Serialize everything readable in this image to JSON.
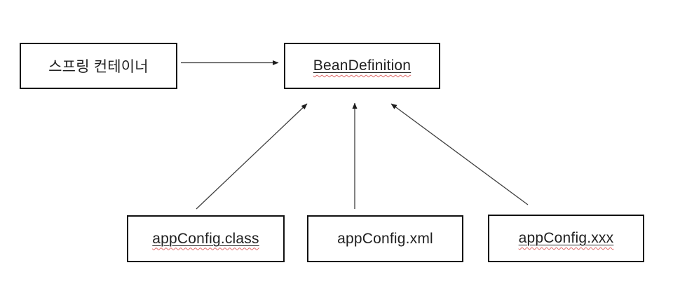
{
  "page": {
    "background": "#ffffff"
  },
  "diagram": {
    "type": "flow-diagram",
    "colors": {
      "box_border": "#111111",
      "box_fill": "#ffffff",
      "text": "#1f1f1f",
      "arrow_line": "#3f3f3f",
      "arrow_head": "#1c1c1c",
      "spellcheck_underline": "#e06868",
      "text_underline": "#2b2b2b"
    },
    "nodes": [
      {
        "id": "spring-container",
        "label": "스프링 컨테이너",
        "text_underline": false,
        "spellcheck_squiggle": false
      },
      {
        "id": "bean-definition",
        "label": "BeanDefinition",
        "text_underline": true,
        "spellcheck_squiggle": true
      },
      {
        "id": "app-config-class",
        "label": "appConfig.class",
        "text_underline": true,
        "spellcheck_squiggle": true
      },
      {
        "id": "app-config-xml",
        "label": "appConfig.xml",
        "text_underline": false,
        "spellcheck_squiggle": false
      },
      {
        "id": "app-config-xxx",
        "label": "appConfig.xxx",
        "text_underline": true,
        "spellcheck_squiggle": true
      }
    ],
    "edges": [
      {
        "from": "spring-container",
        "to": "bean-definition",
        "direction": "right"
      },
      {
        "from": "app-config-class",
        "to": "bean-definition",
        "direction": "up"
      },
      {
        "from": "app-config-xml",
        "to": "bean-definition",
        "direction": "up"
      },
      {
        "from": "app-config-xxx",
        "to": "bean-definition",
        "direction": "up"
      }
    ]
  }
}
